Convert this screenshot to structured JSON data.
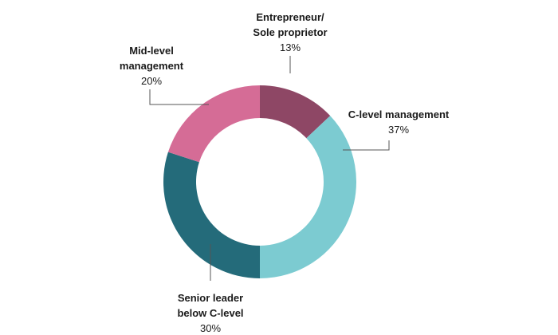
{
  "chart_data": {
    "type": "pie",
    "style": "donut",
    "start": "12 o'clock",
    "direction": "clockwise",
    "slices": [
      {
        "name_lines": [
          "Entrepreneur/",
          "Sole proprietor"
        ],
        "value_label": "13%",
        "value": 13,
        "color": "#8e4765"
      },
      {
        "name_lines": [
          "C-level management"
        ],
        "value_label": "37%",
        "value": 37,
        "color": "#7ccbd1"
      },
      {
        "name_lines": [
          "Senior leader",
          "below C-level"
        ],
        "value_label": "30%",
        "value": 30,
        "color": "#246b7a"
      },
      {
        "name_lines": [
          "Mid-level",
          "management"
        ],
        "value_label": "20%",
        "value": 20,
        "color": "#d56c96"
      }
    ]
  }
}
